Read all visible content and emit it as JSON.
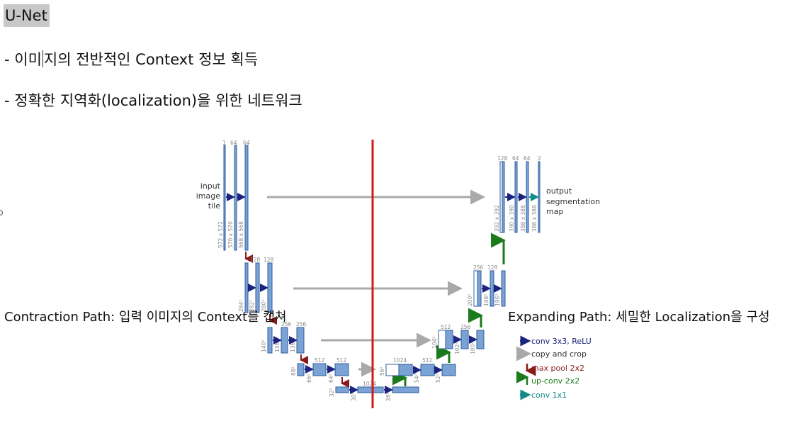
{
  "slide": {
    "title": "U-Net",
    "bullet1_a": "- 이미",
    "bullet1_b": "지의 전반적인 Context 정보 획득",
    "bullet2": "- 정확한 지역화(localization)을 위한 네트워크",
    "left_annotation": "Contraction Path: 입력 이미지의 Context를 캡쳐",
    "right_annotation": "Expanding Path: 세밀한 Localization을 구성"
  },
  "diagram": {
    "input_label": [
      "input",
      "image",
      "tile"
    ],
    "output_label": [
      "output",
      "segmentation",
      "map"
    ],
    "channels": {
      "l1_in": "1",
      "l1_a": "64",
      "l1_b": "64",
      "l2_a": "128",
      "l2_b": "128",
      "l3_a": "256",
      "l3_b": "256",
      "l4_a": "512",
      "l4_b": "512",
      "l5_a": "1024",
      "r4_in": "1024",
      "r4_a": "512",
      "r3_in": "512",
      "r3_a": "256",
      "r2_in": "256",
      "r2_a": "128",
      "r1_in": "128",
      "r1_a": "64",
      "r1_b": "64",
      "r1_out": "2"
    },
    "sizes": {
      "l1": [
        "572 x 572",
        "570 x 570",
        "568 x 568"
      ],
      "l2": [
        "284²",
        "282²",
        "280²"
      ],
      "l3": [
        "140²",
        "138²",
        "136²"
      ],
      "l4": [
        "68²",
        "66²",
        "64²"
      ],
      "l5": [
        "32²",
        "30²",
        "28²"
      ],
      "r4": [
        "56²",
        "54²",
        "52²"
      ],
      "r3": [
        "104²",
        "102²",
        "100²"
      ],
      "r2": [
        "200²",
        "198²",
        "196²"
      ],
      "r1": [
        "392 x 392",
        "390 x 390",
        "388 x 388",
        "388 x 388"
      ]
    },
    "legend": [
      {
        "label": "conv 3x3, ReLU",
        "color": "#1a237e"
      },
      {
        "label": "copy and crop",
        "color": "#8a8a8a"
      },
      {
        "label": "max pool 2x2",
        "color": "#8b1a1a"
      },
      {
        "label": "up-conv 2x2",
        "color": "#1b7a1b"
      },
      {
        "label": "conv 1x1",
        "color": "#138a8a"
      }
    ],
    "divider_color": "#d11a1a"
  }
}
